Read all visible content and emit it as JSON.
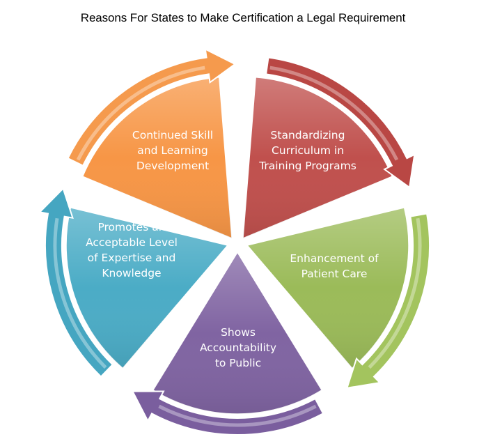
{
  "title": "Reasons For States to Make Certification a Legal Requirement",
  "segments": [
    {
      "id": "standardizing",
      "lines": [
        "Standardizing",
        "Curriculum in",
        "Training Programs"
      ],
      "color": "#C0504D",
      "arrow_color": "#B94744"
    },
    {
      "id": "patient-care",
      "lines": [
        "Enhancement of",
        "Patient Care"
      ],
      "color": "#9BBB59",
      "arrow_color": "#A3C45E"
    },
    {
      "id": "accountability",
      "lines": [
        "Shows",
        "Accountability",
        "to Public"
      ],
      "color": "#8064A2",
      "arrow_color": "#7A5E9E"
    },
    {
      "id": "expertise",
      "lines": [
        "Promotes an",
        "Acceptable Level",
        "of Expertise and",
        "Knowledge"
      ],
      "color": "#4BACC6",
      "arrow_color": "#45A6C1"
    },
    {
      "id": "continued-skill",
      "lines": [
        "Continued Skill",
        "and Learning",
        "Development"
      ],
      "color": "#F79646",
      "arrow_color": "#F59A4D"
    }
  ]
}
